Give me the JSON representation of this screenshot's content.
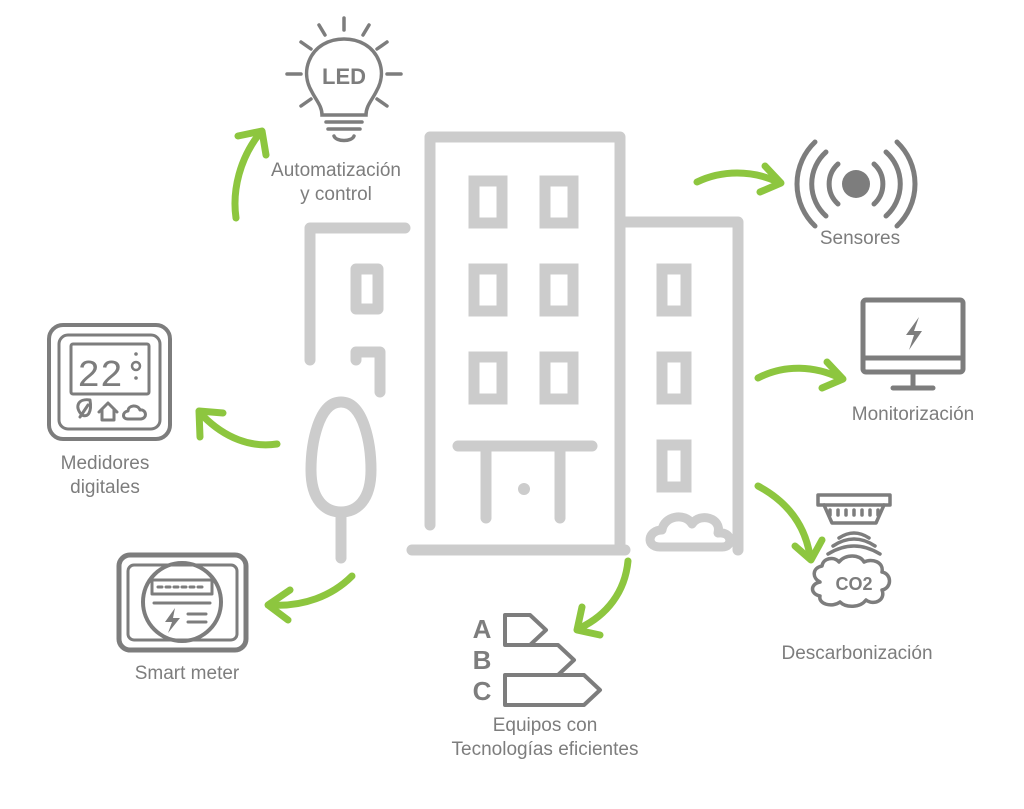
{
  "nodes": {
    "automatizacion": {
      "lines": [
        "Automatización",
        "y control"
      ],
      "icon": "led-bulb-icon",
      "icon_text": "LED"
    },
    "sensores": {
      "lines": [
        "Sensores"
      ],
      "icon": "sensor-signal-icon"
    },
    "monitorizacion": {
      "lines": [
        "Monitorización"
      ],
      "icon": "monitor-icon"
    },
    "descarbonizacion": {
      "lines": [
        "Descarbonización"
      ],
      "icon": "co2-detector-icon",
      "icon_text": "CO2"
    },
    "equipos": {
      "lines": [
        "Equipos con",
        "Tecnologías eficientes"
      ],
      "icon": "energy-rating-icon",
      "ratings": [
        "A",
        "B",
        "C"
      ]
    },
    "smart_meter": {
      "lines": [
        "Smart meter"
      ],
      "icon": "smart-meter-icon"
    },
    "medidores": {
      "lines": [
        "Medidores",
        "digitales"
      ],
      "icon": "thermostat-icon",
      "icon_text": "22"
    }
  },
  "colors": {
    "arrow": "#8dc63f",
    "building": "#cccccc",
    "icon": "#7d7d7d",
    "text": "#7d7d7d"
  }
}
